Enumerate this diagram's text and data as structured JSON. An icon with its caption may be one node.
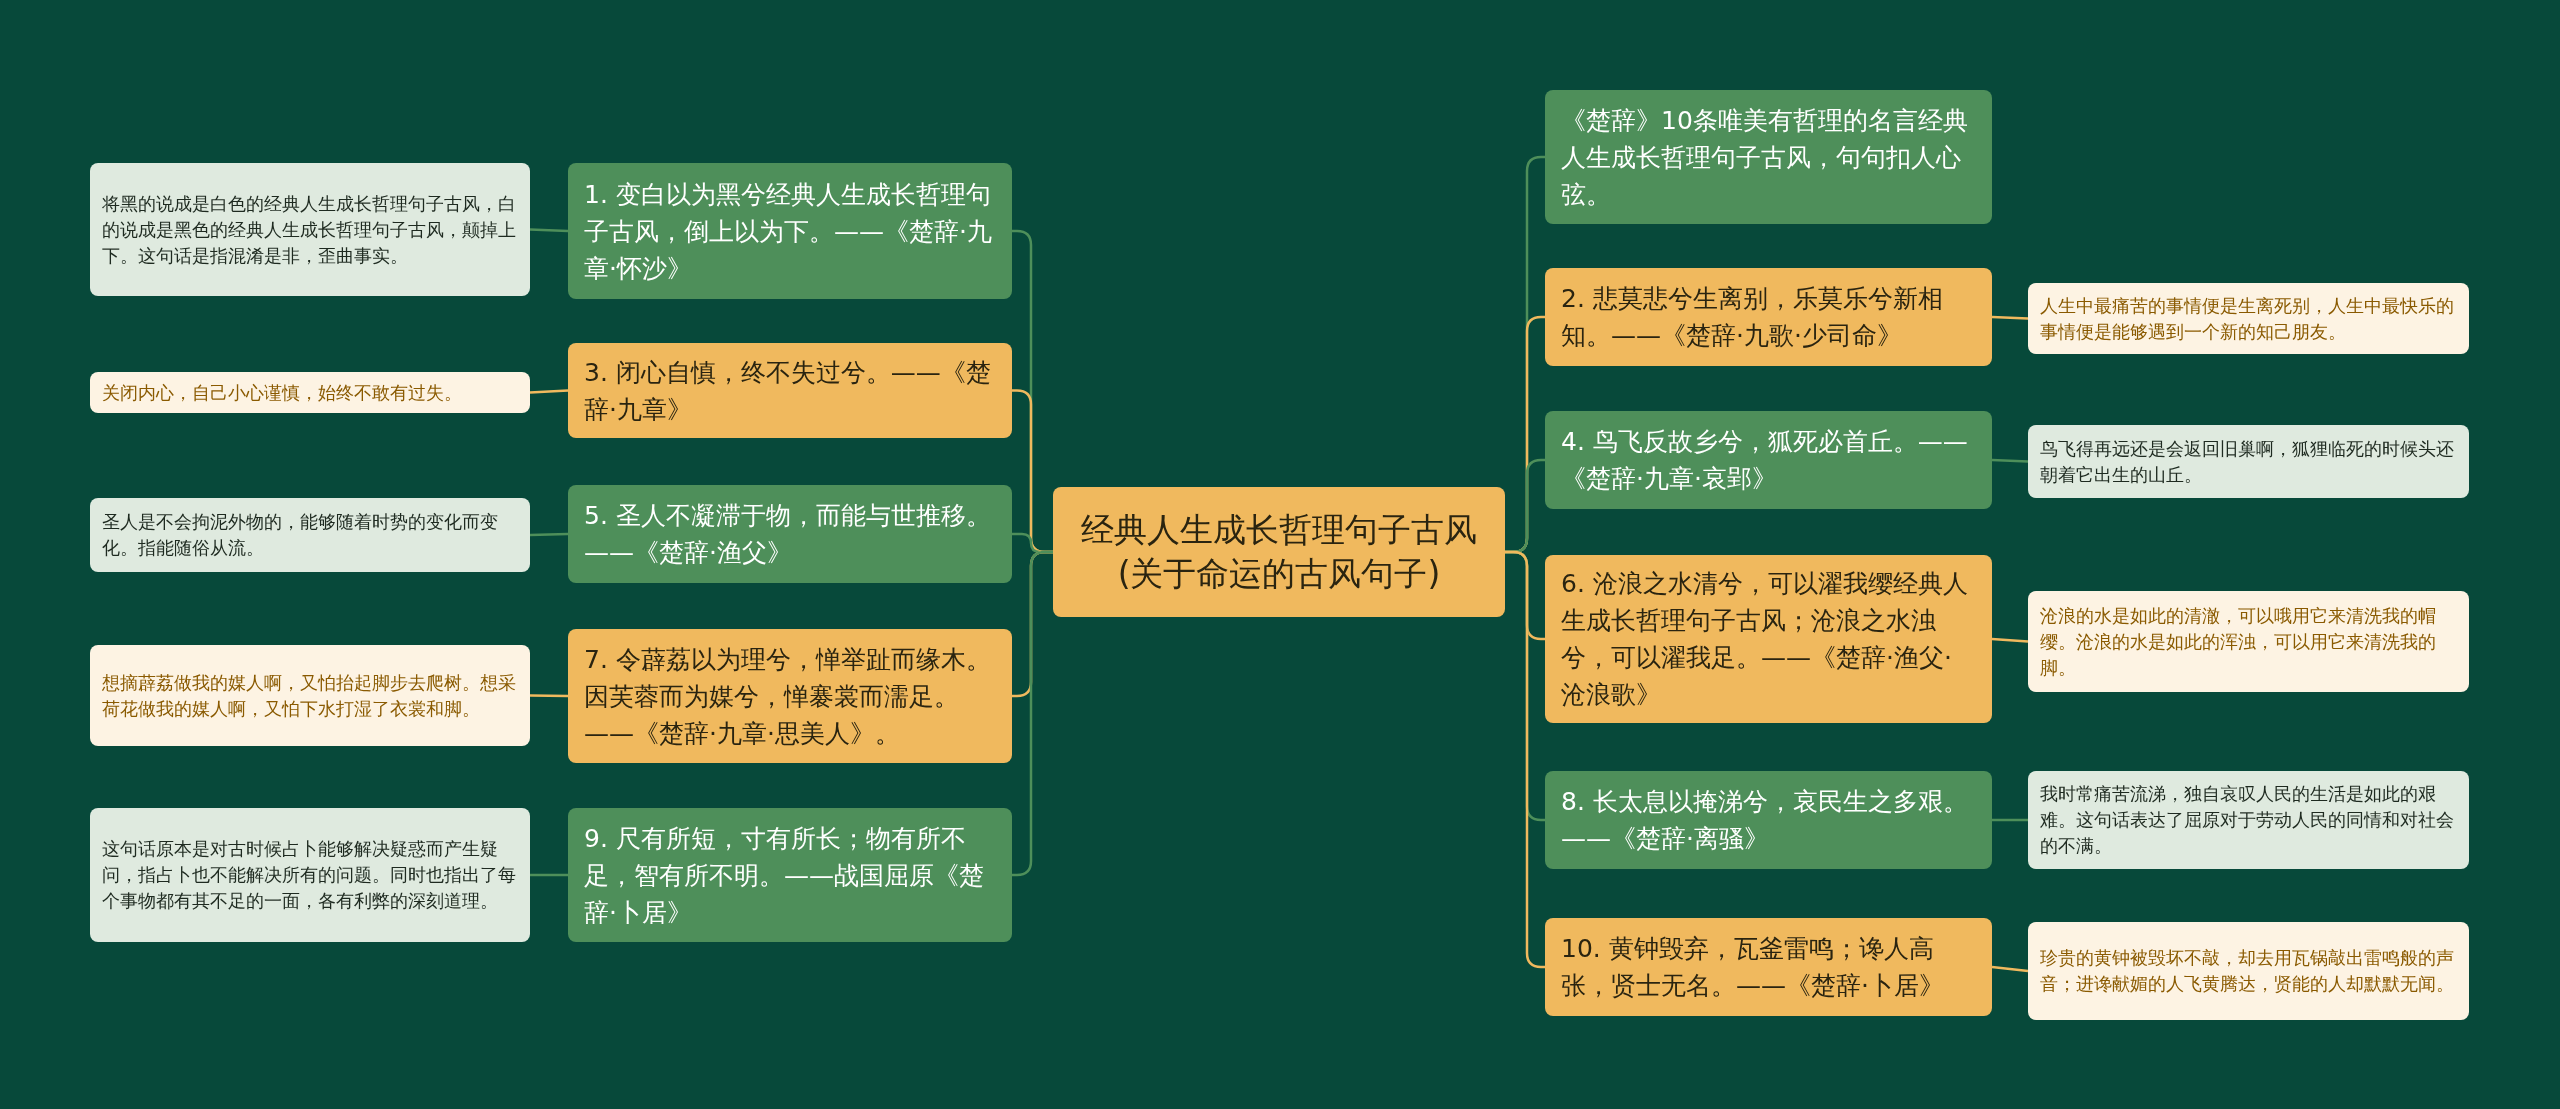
{
  "diagram": {
    "nodes": [
      {
        "text": [
          "经典人生成长哲理句子古风(关于命运的古风句子)"
        ]
      },
      {
        "text": [
          "1. 变白以为黑兮经典人生成长哲理句子古风，倒上以为下。——《楚辞·九章·怀沙》"
        ]
      },
      {
        "text": [
          "3. 闭心自慎，终不失过兮。——《楚辞·九章》"
        ]
      },
      {
        "text": [
          "5. 圣人不凝滞于物，而能与世推移。——《楚辞·渔父》"
        ]
      },
      {
        "text": [
          "7. 令薜荔以为理兮，惮举趾而缘木。因芙蓉而为媒兮，惮褰裳而濡足。——《楚辞·九章·思美人》。"
        ]
      },
      {
        "text": [
          "9. 尺有所短，寸有所长；物有所不足，智有所不明。——战国屈原《楚辞·卜居》"
        ]
      },
      {
        "text": [
          "将黑的说成是白色的经典人生成长哲理句子古风，白的说成是黑色的经典人生成长哲理句子古风，颠掉上下。这句话是指混淆是非，歪曲事实。"
        ]
      },
      {
        "text": [
          "关闭内心，自己小心谨慎，始终不敢有过失。"
        ]
      },
      {
        "text": [
          "圣人是不会拘泥外物的，能够随着时势的变化而变化。指能随俗从流。"
        ]
      },
      {
        "text": [
          "想摘薜荔做我的媒人啊，又怕抬起脚步去爬树。想采荷花做我的媒人啊，又怕下水打湿了衣裳和脚。"
        ]
      },
      {
        "text": [
          "这句话原本是对古时候占卜能够解决疑惑而产生疑问，指占卜也不能解决所有的问题。同时也指出了每个事物都有其不足的一面，各有利弊的深刻道理。"
        ]
      },
      {
        "text": [
          "《楚辞》10条唯美有哲理的名言经典人生成长哲理句子古风，句句扣人心弦。"
        ]
      },
      {
        "text": [
          "2. 悲莫悲兮生离别，乐莫乐兮新相知。——《楚辞·九歌·少司命》"
        ]
      },
      {
        "text": [
          "4. 鸟飞反故乡兮，狐死必首丘。——《楚辞·九章·哀郢》"
        ]
      },
      {
        "text": [
          "6. 沧浪之水清兮，可以濯我缨经典人生成长哲理句子古风；沧浪之水浊兮，可以濯我足。——《楚辞·渔父·沧浪歌》"
        ]
      },
      {
        "text": [
          "8. 长太息以掩涕兮，哀民生之多艰。——《楚辞·离骚》"
        ]
      },
      {
        "text": [
          "10. 黄钟毁弃，瓦釜雷鸣；谗人高张，贤士无名。——《楚辞·卜居》"
        ]
      },
      {
        "text": [
          "人生中最痛苦的事情便是生离死别，人生中最快乐的事情便是能够遇到一个新的知己朋友。"
        ]
      },
      {
        "text": [
          "鸟飞得再远还是会返回旧巢啊，狐狸临死的时候头还朝着它出生的山丘。"
        ]
      },
      {
        "text": [
          "沧浪的水是如此的清澈，可以哦用它来清洗我的帽缨。沧浪的水是如此的浑浊，可以用它来清洗我的脚。"
        ]
      },
      {
        "text": [
          "我时常痛苦流涕，独自哀叹人民的生活是如此的艰难。这句话表达了屈原对于劳动人民的同情和对社会的不满。"
        ]
      },
      {
        "text": [
          "珍贵的黄钟被毁坏不敲，却去用瓦锅敲出雷鸣般的声音；进谗献媚的人飞黄腾达，贤能的人却默默无闻。"
        ]
      }
    ],
    "edges": [
      {
        "from": 0,
        "to": 1,
        "arrow": "none"
      },
      {
        "from": 0,
        "to": 2,
        "arrow": "none",
        "color": "#f0b95e"
      },
      {
        "from": 0,
        "to": 3,
        "arrow": "none"
      },
      {
        "from": 0,
        "to": 4,
        "arrow": "none",
        "color": "#f0b95e"
      },
      {
        "from": 0,
        "to": 5,
        "arrow": "none"
      },
      {
        "from": 1,
        "to": 6,
        "arrow": "none"
      },
      {
        "from": 2,
        "to": 7,
        "arrow": "none",
        "color": "#f0b95e"
      },
      {
        "from": 3,
        "to": 8,
        "arrow": "none"
      },
      {
        "from": 4,
        "to": 9,
        "arrow": "none",
        "color": "#f0b95e"
      },
      {
        "from": 5,
        "to": 10,
        "arrow": "none"
      },
      {
        "from": 0,
        "to": 11,
        "arrow": "none"
      },
      {
        "from": 0,
        "to": 12,
        "arrow": "none",
        "color": "#f0b95e"
      },
      {
        "from": 0,
        "to": 13,
        "arrow": "none"
      },
      {
        "from": 0,
        "to": 14,
        "arrow": "none",
        "color": "#f0b95e"
      },
      {
        "from": 0,
        "to": 15,
        "arrow": "none"
      },
      {
        "from": 0,
        "to": 16,
        "arrow": "none",
        "color": "#f0b95e"
      },
      {
        "from": 12,
        "to": 17,
        "arrow": "none",
        "color": "#f0b95e"
      },
      {
        "from": 13,
        "to": 18,
        "arrow": "none"
      },
      {
        "from": 14,
        "to": 19,
        "arrow": "none",
        "color": "#f0b95e"
      },
      {
        "from": 15,
        "to": 20,
        "arrow": "none"
      },
      {
        "from": 16,
        "to": 21,
        "arrow": "none",
        "color": "#f0b95e"
      }
    ]
  }
}
